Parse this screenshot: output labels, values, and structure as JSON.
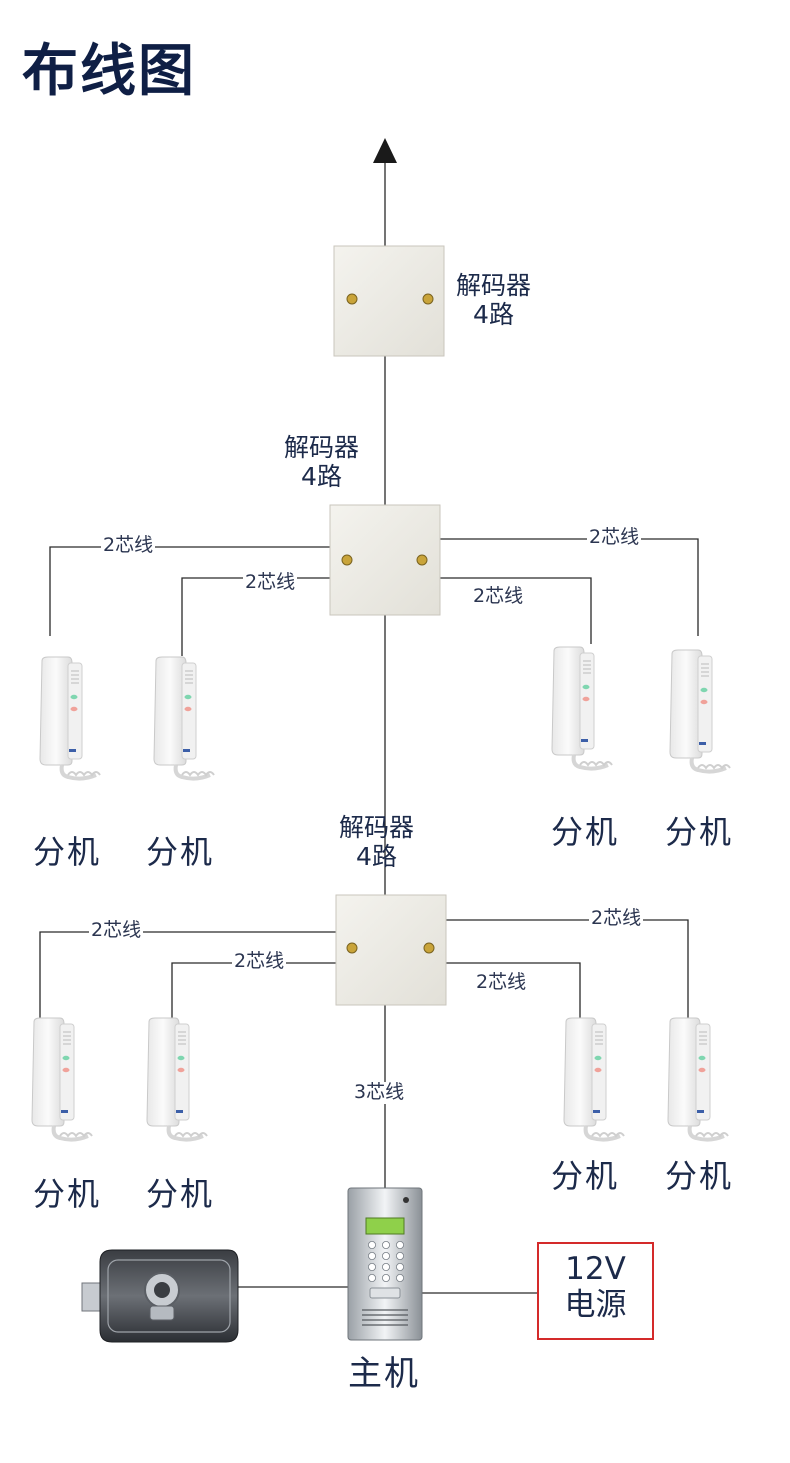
{
  "title": "布线图",
  "decoders": [
    {
      "name": "解码器",
      "ports": "4路"
    },
    {
      "name": "解码器",
      "ports": "4路"
    },
    {
      "name": "解码器",
      "ports": "4路"
    }
  ],
  "wires": {
    "two_core": "2芯线",
    "three_core": "3芯线"
  },
  "extension_label": "分机",
  "host_label": "主机",
  "power": {
    "voltage": "12V",
    "label": "电源"
  },
  "colors": {
    "line": "#2a2a2a",
    "frame_red": "#d42a2a",
    "text": "#1c2a4a"
  }
}
